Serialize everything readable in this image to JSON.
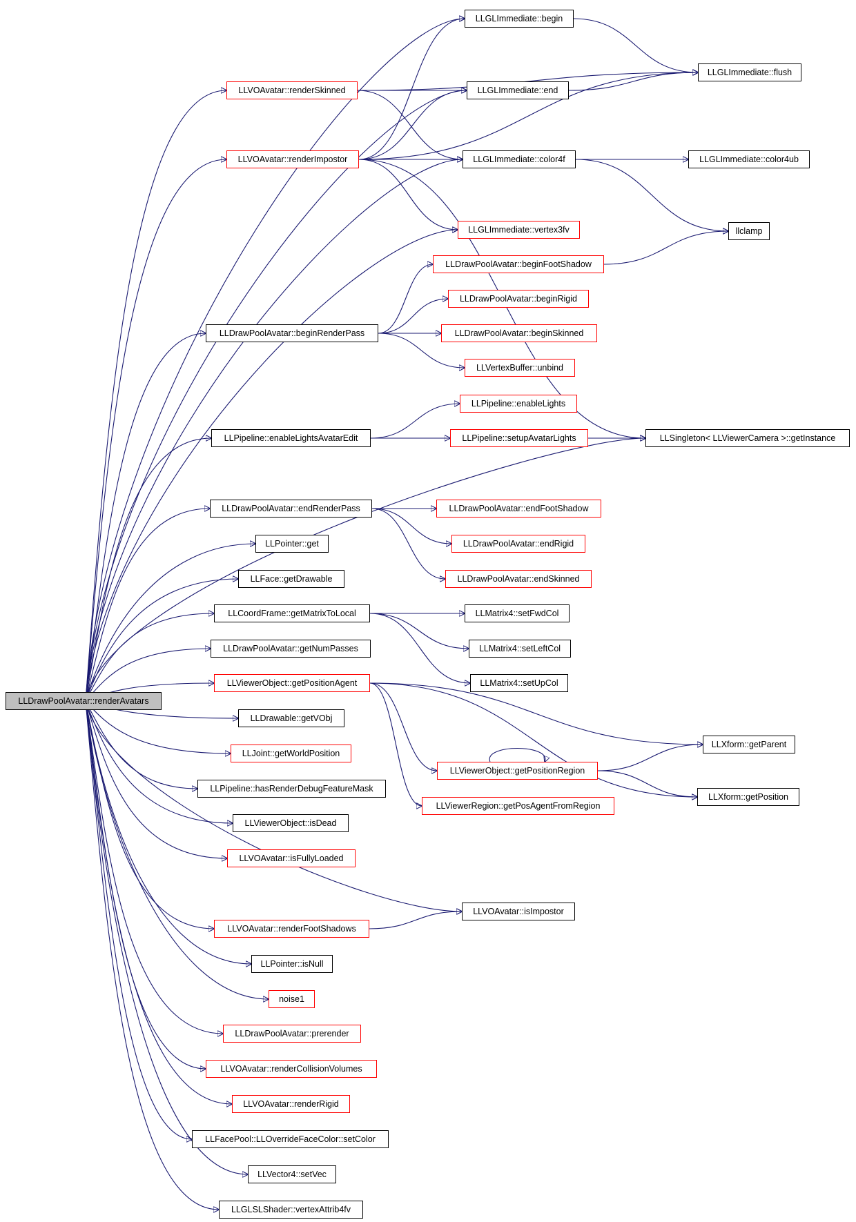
{
  "graph": {
    "edge_color": "#191970",
    "root": "n0",
    "nodes": [
      {
        "id": "n0",
        "label": "LLDrawPoolAvatar::renderAvatars",
        "border": "black",
        "fill": "#bfbfbf"
      },
      {
        "id": "n1",
        "label": "LLGLImmediate::begin",
        "border": "black"
      },
      {
        "id": "n2",
        "label": "LLVOAvatar::renderSkinned",
        "border": "red"
      },
      {
        "id": "n3",
        "label": "LLGLImmediate::flush",
        "border": "black"
      },
      {
        "id": "n4",
        "label": "LLGLImmediate::end",
        "border": "black"
      },
      {
        "id": "n5",
        "label": "LLVOAvatar::renderImpostor",
        "border": "red"
      },
      {
        "id": "n6",
        "label": "LLGLImmediate::color4f",
        "border": "black"
      },
      {
        "id": "n7",
        "label": "LLGLImmediate::color4ub",
        "border": "black"
      },
      {
        "id": "n8",
        "label": "LLGLImmediate::vertex3fv",
        "border": "red"
      },
      {
        "id": "n9",
        "label": "llclamp",
        "border": "black"
      },
      {
        "id": "n10",
        "label": "LLDrawPoolAvatar::beginFootShadow",
        "border": "red"
      },
      {
        "id": "n11",
        "label": "LLDrawPoolAvatar::beginRigid",
        "border": "red"
      },
      {
        "id": "n12",
        "label": "LLDrawPoolAvatar::beginRenderPass",
        "border": "black"
      },
      {
        "id": "n13",
        "label": "LLDrawPoolAvatar::beginSkinned",
        "border": "red"
      },
      {
        "id": "n14",
        "label": "LLVertexBuffer::unbind",
        "border": "red"
      },
      {
        "id": "n15",
        "label": "LLPipeline::enableLights",
        "border": "red"
      },
      {
        "id": "n16",
        "label": "LLPipeline::enableLightsAvatarEdit",
        "border": "black"
      },
      {
        "id": "n17",
        "label": "LLPipeline::setupAvatarLights",
        "border": "red"
      },
      {
        "id": "n18",
        "label": "LLSingleton< LLViewerCamera >::getInstance",
        "border": "black"
      },
      {
        "id": "n19",
        "label": "LLDrawPoolAvatar::endRenderPass",
        "border": "black"
      },
      {
        "id": "n20",
        "label": "LLDrawPoolAvatar::endFootShadow",
        "border": "red"
      },
      {
        "id": "n21",
        "label": "LLPointer::get",
        "border": "black"
      },
      {
        "id": "n22",
        "label": "LLDrawPoolAvatar::endRigid",
        "border": "red"
      },
      {
        "id": "n23",
        "label": "LLFace::getDrawable",
        "border": "black"
      },
      {
        "id": "n24",
        "label": "LLDrawPoolAvatar::endSkinned",
        "border": "red"
      },
      {
        "id": "n25",
        "label": "LLCoordFrame::getMatrixToLocal",
        "border": "black"
      },
      {
        "id": "n26",
        "label": "LLMatrix4::setFwdCol",
        "border": "black"
      },
      {
        "id": "n27",
        "label": "LLDrawPoolAvatar::getNumPasses",
        "border": "black"
      },
      {
        "id": "n28",
        "label": "LLMatrix4::setLeftCol",
        "border": "black"
      },
      {
        "id": "n29",
        "label": "LLMatrix4::setUpCol",
        "border": "black"
      },
      {
        "id": "n30",
        "label": "LLViewerObject::getPositionAgent",
        "border": "red"
      },
      {
        "id": "n31",
        "label": "LLDrawable::getVObj",
        "border": "black"
      },
      {
        "id": "n32",
        "label": "LLXform::getParent",
        "border": "black"
      },
      {
        "id": "n33",
        "label": "LLJoint::getWorldPosition",
        "border": "red"
      },
      {
        "id": "n34",
        "label": "LLViewerObject::getPositionRegion",
        "border": "red"
      },
      {
        "id": "n35",
        "label": "LLPipeline::hasRenderDebugFeatureMask",
        "border": "black"
      },
      {
        "id": "n36",
        "label": "LLXform::getPosition",
        "border": "black"
      },
      {
        "id": "n37",
        "label": "LLViewerRegion::getPosAgentFromRegion",
        "border": "red"
      },
      {
        "id": "n38",
        "label": "LLViewerObject::isDead",
        "border": "black"
      },
      {
        "id": "n39",
        "label": "LLVOAvatar::isFullyLoaded",
        "border": "red"
      },
      {
        "id": "n40",
        "label": "LLVOAvatar::isImpostor",
        "border": "black"
      },
      {
        "id": "n41",
        "label": "LLVOAvatar::renderFootShadows",
        "border": "red"
      },
      {
        "id": "n42",
        "label": "LLPointer::isNull",
        "border": "black"
      },
      {
        "id": "n43",
        "label": "noise1",
        "border": "red"
      },
      {
        "id": "n44",
        "label": "LLDrawPoolAvatar::prerender",
        "border": "red"
      },
      {
        "id": "n45",
        "label": "LLVOAvatar::renderCollisionVolumes",
        "border": "red"
      },
      {
        "id": "n46",
        "label": "LLVOAvatar::renderRigid",
        "border": "red"
      },
      {
        "id": "n47",
        "label": "LLFacePool::LLOverrideFaceColor::setColor",
        "border": "black"
      },
      {
        "id": "n48",
        "label": "LLVector4::setVec",
        "border": "black"
      },
      {
        "id": "n49",
        "label": "LLGLSLShader::vertexAttrib4fv",
        "border": "black"
      }
    ],
    "edges": [
      [
        "n0",
        "n1"
      ],
      [
        "n0",
        "n2"
      ],
      [
        "n0",
        "n4"
      ],
      [
        "n0",
        "n5"
      ],
      [
        "n0",
        "n6"
      ],
      [
        "n0",
        "n8"
      ],
      [
        "n0",
        "n12"
      ],
      [
        "n0",
        "n16"
      ],
      [
        "n0",
        "n18"
      ],
      [
        "n0",
        "n19"
      ],
      [
        "n0",
        "n21"
      ],
      [
        "n0",
        "n23"
      ],
      [
        "n0",
        "n25"
      ],
      [
        "n0",
        "n27"
      ],
      [
        "n0",
        "n30"
      ],
      [
        "n0",
        "n31"
      ],
      [
        "n0",
        "n33"
      ],
      [
        "n0",
        "n35"
      ],
      [
        "n0",
        "n38"
      ],
      [
        "n0",
        "n39"
      ],
      [
        "n0",
        "n40"
      ],
      [
        "n0",
        "n41"
      ],
      [
        "n0",
        "n42"
      ],
      [
        "n0",
        "n43"
      ],
      [
        "n0",
        "n44"
      ],
      [
        "n0",
        "n45"
      ],
      [
        "n0",
        "n46"
      ],
      [
        "n0",
        "n47"
      ],
      [
        "n0",
        "n48"
      ],
      [
        "n0",
        "n49"
      ],
      [
        "n1",
        "n3"
      ],
      [
        "n2",
        "n3"
      ],
      [
        "n2",
        "n4"
      ],
      [
        "n2",
        "n6"
      ],
      [
        "n4",
        "n3"
      ],
      [
        "n5",
        "n1"
      ],
      [
        "n5",
        "n3"
      ],
      [
        "n5",
        "n4"
      ],
      [
        "n5",
        "n6"
      ],
      [
        "n5",
        "n8"
      ],
      [
        "n5",
        "n18"
      ],
      [
        "n6",
        "n7"
      ],
      [
        "n6",
        "n9"
      ],
      [
        "n10",
        "n9"
      ],
      [
        "n12",
        "n10"
      ],
      [
        "n12",
        "n11"
      ],
      [
        "n12",
        "n13"
      ],
      [
        "n12",
        "n14"
      ],
      [
        "n16",
        "n15"
      ],
      [
        "n16",
        "n17"
      ],
      [
        "n17",
        "n18"
      ],
      [
        "n19",
        "n20"
      ],
      [
        "n19",
        "n22"
      ],
      [
        "n19",
        "n24"
      ],
      [
        "n25",
        "n26"
      ],
      [
        "n25",
        "n28"
      ],
      [
        "n25",
        "n29"
      ],
      [
        "n30",
        "n32"
      ],
      [
        "n30",
        "n34"
      ],
      [
        "n30",
        "n36"
      ],
      [
        "n30",
        "n37"
      ],
      [
        "n34",
        "n34"
      ],
      [
        "n34",
        "n32"
      ],
      [
        "n34",
        "n36"
      ],
      [
        "n41",
        "n40"
      ]
    ]
  }
}
